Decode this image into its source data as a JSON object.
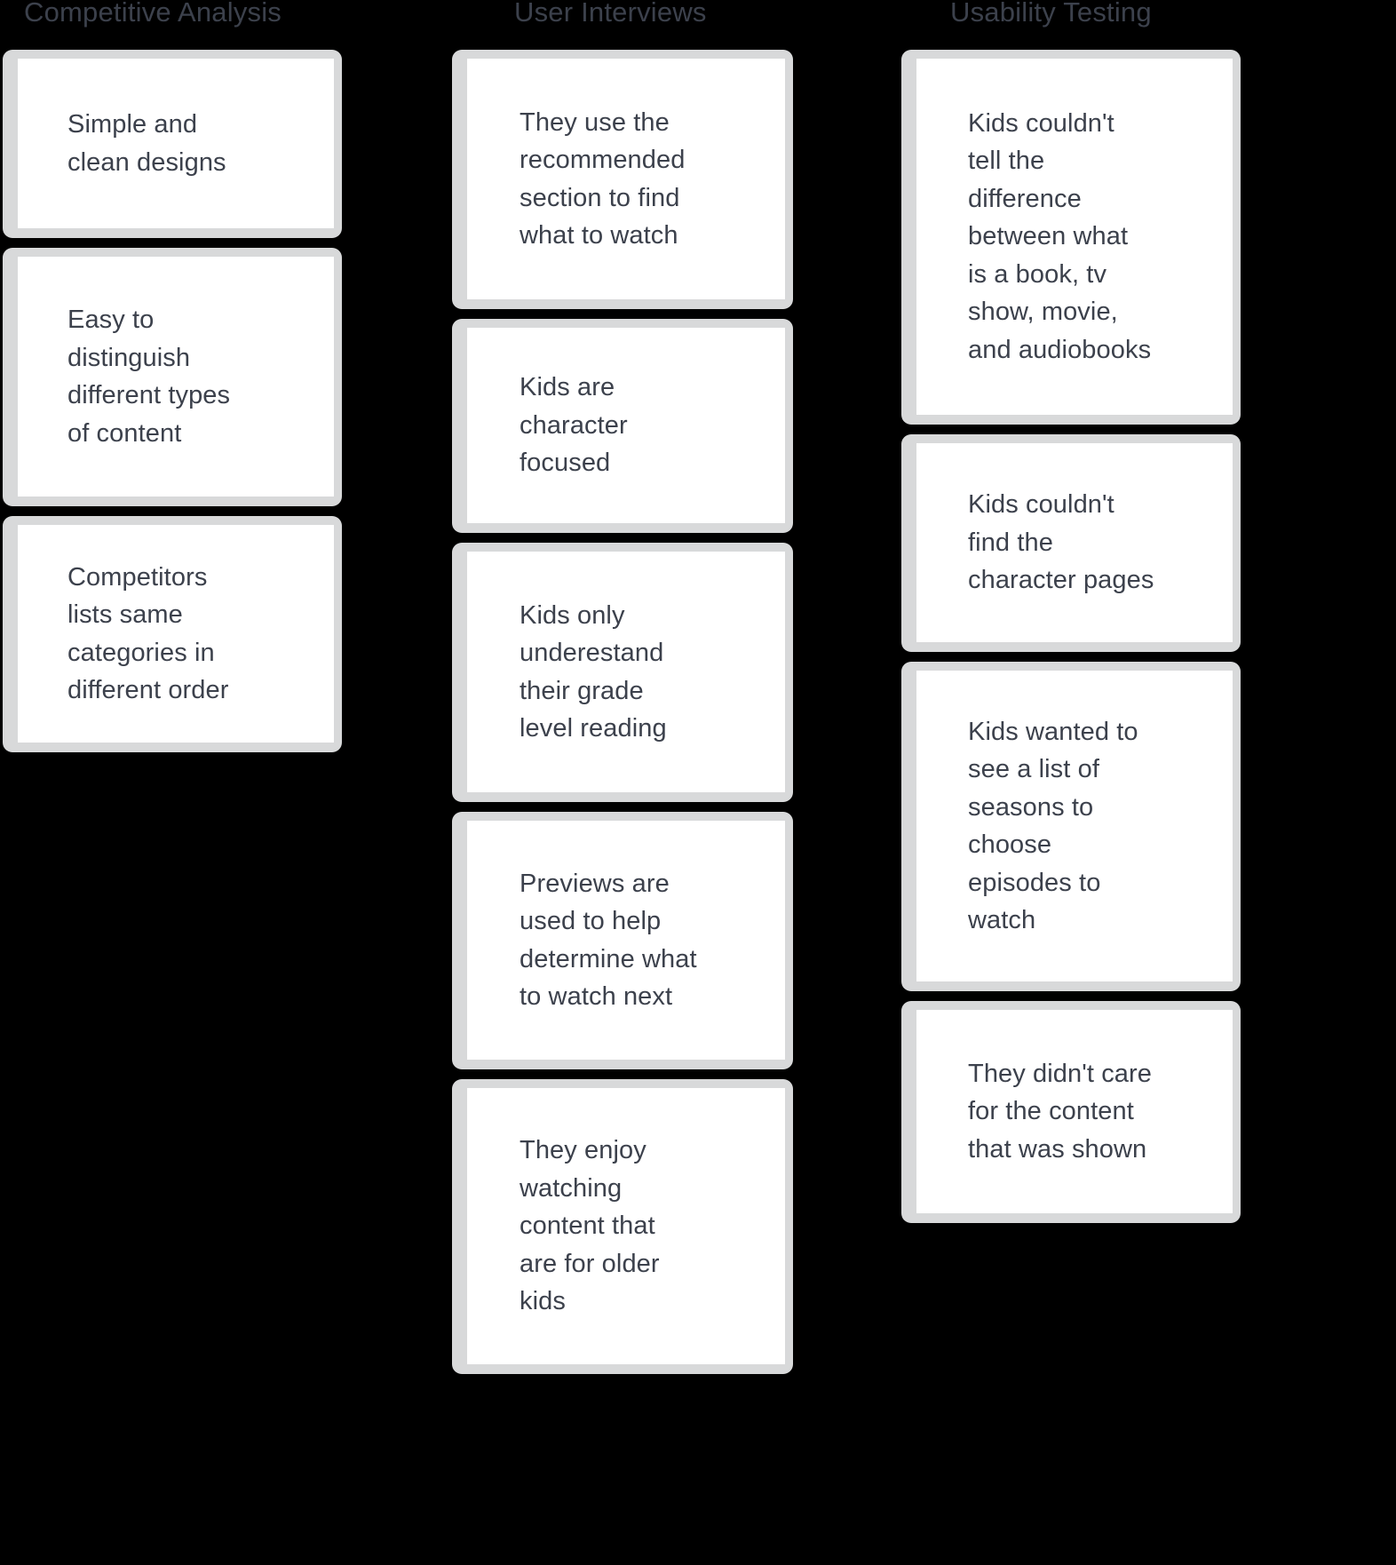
{
  "background_color": "#000000",
  "text_color": "#3c414c",
  "card_frame_color": "#d8d9da",
  "card_surface_color": "#ffffff",
  "board": {
    "columns": [
      {
        "id": "competitive-analysis",
        "header": "Competitive Analysis",
        "cards": [
          {
            "text": "Simple and\nclean designs"
          },
          {
            "text": "Easy to\ndistinguish\ndifferent types\nof content"
          },
          {
            "text": "Competitors\nlists same\ncategories in\ndifferent order"
          }
        ]
      },
      {
        "id": "user-interviews",
        "header": "User Interviews",
        "cards": [
          {
            "text": "They use the\nrecommended\nsection to find\nwhat to watch"
          },
          {
            "text": "Kids are\ncharacter\nfocused"
          },
          {
            "text": "Kids only\nunderestand\ntheir grade\nlevel reading"
          },
          {
            "text": "Previews are\nused to help\ndetermine what\nto watch next"
          },
          {
            "text": "They enjoy\nwatching\ncontent that\nare for older\nkids"
          }
        ]
      },
      {
        "id": "usability-testing",
        "header": "Usability Testing",
        "cards": [
          {
            "text": "Kids couldn't\ntell the\ndifference\nbetween what\nis a book, tv\nshow, movie,\nand audiobooks"
          },
          {
            "text": "Kids couldn't\nfind the\ncharacter pages"
          },
          {
            "text": "Kids wanted to\nsee a list of\nseasons to\nchoose\nepisodes to\nwatch"
          },
          {
            "text": "They didn't care\nfor the content\nthat was shown"
          }
        ]
      }
    ]
  }
}
